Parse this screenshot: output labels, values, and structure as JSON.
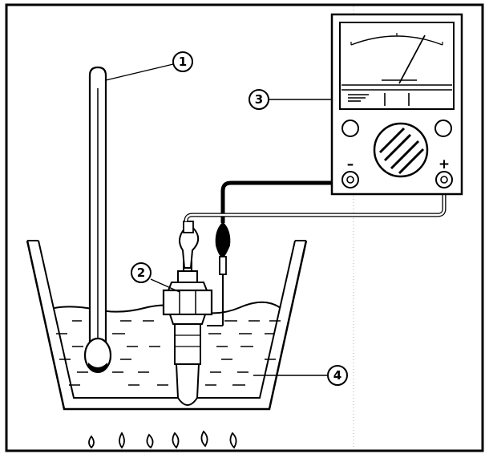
{
  "callouts": [
    {
      "id": "thermometer",
      "label": "1"
    },
    {
      "id": "glow-plug",
      "label": "2"
    },
    {
      "id": "multimeter",
      "label": "3"
    },
    {
      "id": "water-container",
      "label": "4"
    }
  ],
  "meter": {
    "negative_symbol": "–",
    "positive_symbol": "+"
  },
  "colors": {
    "line": "#000000",
    "background": "#ffffff"
  }
}
